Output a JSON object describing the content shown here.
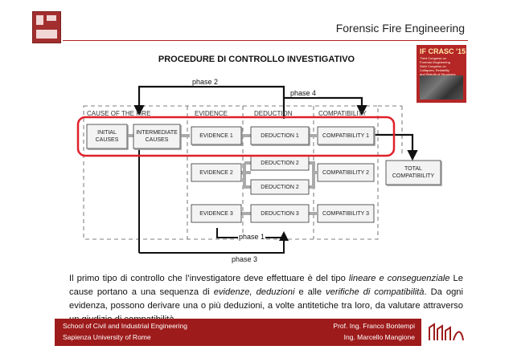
{
  "header": {
    "title": "Forensic Fire Engineering"
  },
  "diagram": {
    "title": "PROCEDURE DI CONTROLLO INVESTIGATIVO",
    "sections": {
      "cause": "CAUSE OF THE FIRE",
      "evidence": "EVIDENCE",
      "deduction": "DEDUCTION",
      "compatibility": "COMPATIBILITY"
    },
    "boxes": {
      "initial_causes": [
        "INITIAL",
        "CAUSES"
      ],
      "intermediate_causes": [
        "INTERMEDIATE",
        "CAUSES"
      ],
      "evidence_1": "EVIDENCE 1",
      "evidence_2": "EVIDENCE 2",
      "evidence_3": "EVIDENCE 3",
      "deduction_1": "DEDUCTION 1",
      "deduction_2a": "DEDUCTION 2",
      "deduction_2b": "DEDUCTION 2",
      "deduction_3": "DEDUCTION 3",
      "compatibility_1": "COMPATIBILITY 1",
      "compatibility_2": "COMPATIBILITY 2",
      "compatibility_3": "COMPATIBILITY 3",
      "total_compatibility": [
        "TOTAL",
        "COMPATIBILITY"
      ]
    },
    "phases": {
      "phase_1": "phase 1",
      "phase_2": "phase 2",
      "phase_3": "phase 3",
      "phase_4": "phase 4"
    },
    "colors": {
      "highlight": "#e0202a",
      "box_fill": "#f3f3f3",
      "arrow_gray": "#bbbbbb"
    }
  },
  "poster": {
    "title": "IF CRASC '15",
    "lines": [
      "Third Congress on",
      "Forensic Engineering",
      "Sixth Congress on",
      "Collapses, Reliability",
      "and Retrofit of Structures"
    ]
  },
  "body": {
    "seg1": "Il primo tipo di controllo che l’investigatore deve effettuare è del tipo ",
    "em1": "lineare e conseguenziale",
    "seg2": " Le cause portano a una sequenza di ",
    "em2": "evidenze, deduzioni",
    "seg3": " e alle ",
    "em3": "verifiche di compatibilità",
    "seg4": ". Da ogni evidenza, possono derivare una o più deduzioni, a volte antitetiche tra loro, da valutare attraverso un giudizio di compatibilità."
  },
  "footer": {
    "school": "School of Civil and Industrial Engineering",
    "university": "Sapienza University of Rome",
    "prof1": "Prof. Ing. Franco  Bontempi",
    "prof2": "Ing. Marcello  Mangione",
    "bar_color": "#9e1b1b"
  }
}
